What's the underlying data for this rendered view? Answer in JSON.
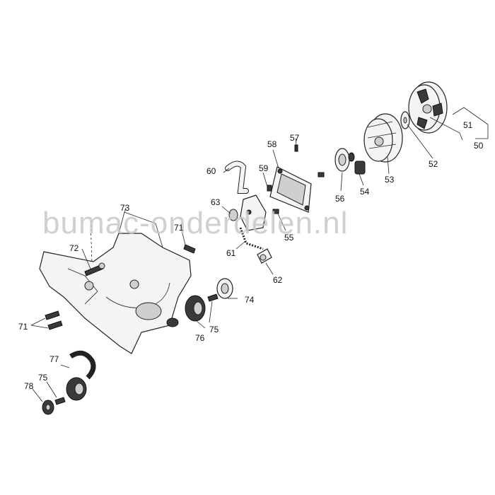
{
  "watermark": "bumac-onderdelen.nl",
  "callouts": {
    "c50": "50",
    "c51": "51",
    "c52": "52",
    "c53": "53",
    "c54": "54",
    "c55": "55",
    "c56": "56",
    "c57": "57",
    "c58": "58",
    "c59": "59",
    "c60": "60",
    "c61": "61",
    "c62": "62",
    "c63": "63",
    "c71a": "71",
    "c71b": "71",
    "c72": "72",
    "c73": "73",
    "c74": "74",
    "c75a": "75",
    "c75b": "75",
    "c76": "76",
    "c77": "77",
    "c78": "78"
  }
}
